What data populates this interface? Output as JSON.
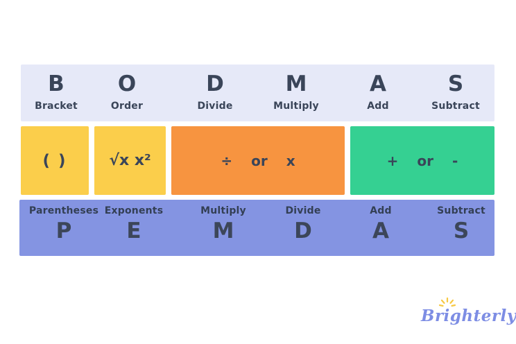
{
  "page": {
    "background": "#ffffff",
    "colors": {
      "band_lavender": "#e6e9f8",
      "band_purple": "#8494e2",
      "box_yellow": "#fbce4b",
      "box_orange": "#f79440",
      "box_green": "#35d092",
      "text_dark": "#3a4559",
      "logo_periwinkle": "#7d8de4",
      "logo_sun_yellow": "#f7c843"
    }
  },
  "bodmas": {
    "items": [
      {
        "letter": "B",
        "label": "Bracket"
      },
      {
        "letter": "O",
        "label": "Order"
      },
      {
        "letter": "D",
        "label": "Divide"
      },
      {
        "letter": "M",
        "label": "Multiply"
      },
      {
        "letter": "A",
        "label": "Add"
      },
      {
        "letter": "S",
        "label": "Subtract"
      }
    ]
  },
  "operators": {
    "boxes": [
      {
        "name": "parentheses",
        "symbol": "( )"
      },
      {
        "name": "exponents",
        "symbol": "√x x²"
      },
      {
        "name": "multiply-divide",
        "parts": [
          "÷",
          "or",
          "x"
        ]
      },
      {
        "name": "add-subtract",
        "parts": [
          "+",
          "or",
          "-"
        ]
      }
    ]
  },
  "pemdas": {
    "items": [
      {
        "label": "Parentheses",
        "letter": "P"
      },
      {
        "label": "Exponents",
        "letter": "E"
      },
      {
        "label": "Multiply",
        "letter": "M"
      },
      {
        "label": "Divide",
        "letter": "D"
      },
      {
        "label": "Add",
        "letter": "A"
      },
      {
        "label": "Subtract",
        "letter": "S"
      }
    ]
  },
  "logo": {
    "text": "Brighterly"
  }
}
